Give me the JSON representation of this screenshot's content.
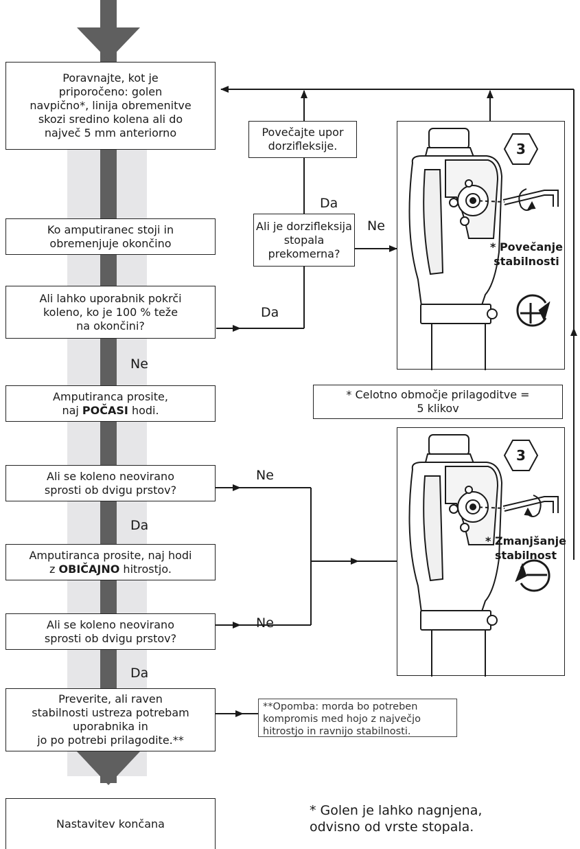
{
  "steps": {
    "align": [
      "Poravnajte, kot je",
      "priporočeno: golen",
      "navpično*, linija obremenitve",
      "skozi sredino kolena ali do",
      "največ 5 mm anteriorno"
    ],
    "stand": [
      "Ko amputiranec stoji in",
      "obremenjuje okončino"
    ],
    "flex_q": [
      "Ali lahko uporabnik pokrči",
      "koleno, ko je 100 % teže",
      "na okončini?"
    ],
    "slow_pre": "Amputiranca prosite,",
    "slow_a": "naj ",
    "slow_b": "POČASI",
    "slow_c": " hodi.",
    "release_q1": [
      "Ali se koleno neovirano",
      "sprosti ob dvigu prstov?"
    ],
    "normal_a": "Amputiranca prosite, naj hodi",
    "normal_b": "z ",
    "normal_c": "OBIČAJNO",
    "normal_d": " hitrostjo.",
    "release_q2": [
      "Ali se koleno neovirano",
      "sprosti ob dvigu prstov?"
    ],
    "verify": [
      "Preverite, ali raven",
      "stabilnosti ustreza potrebam",
      "uporabnika in",
      "jo po potrebi prilagodite.**"
    ],
    "done": "Nastavitev končana",
    "dorsi_increase": [
      "Povečajte upor",
      "dorzifleksije."
    ],
    "dorsi_q": [
      "Ali je dorzifleksija",
      "stopala",
      "prekomerna?"
    ]
  },
  "labels": {
    "da": "Da",
    "ne": "Ne"
  },
  "panels": {
    "top_badge": "3",
    "top_caption": [
      "* Povečanje",
      "stabilnosti"
    ],
    "bottom_badge": "3",
    "bottom_caption": [
      "* Zmanjšanje",
      "stabilnost"
    ]
  },
  "range_note": [
    "* Celotno območje prilagoditve =",
    "5 klikov"
  ],
  "compromise_note": [
    "**Opomba: morda bo potreben",
    "kompromis med hojo z največjo",
    "hitrostjo in ravnijo stabilnosti."
  ],
  "footnote": [
    "* Golen je lahko nagnjena,",
    "odvisno od vrste stopala."
  ],
  "colors": {
    "band": "#e6e6e8",
    "spine": "#5f5f5f",
    "line": "#1a1a1a"
  },
  "icons": [
    "down-arrow-icon",
    "hex-key-badge-icon",
    "allen-key-icon",
    "rotate-clockwise-icon",
    "plus-rotate-icon",
    "minus-rotate-icon"
  ]
}
